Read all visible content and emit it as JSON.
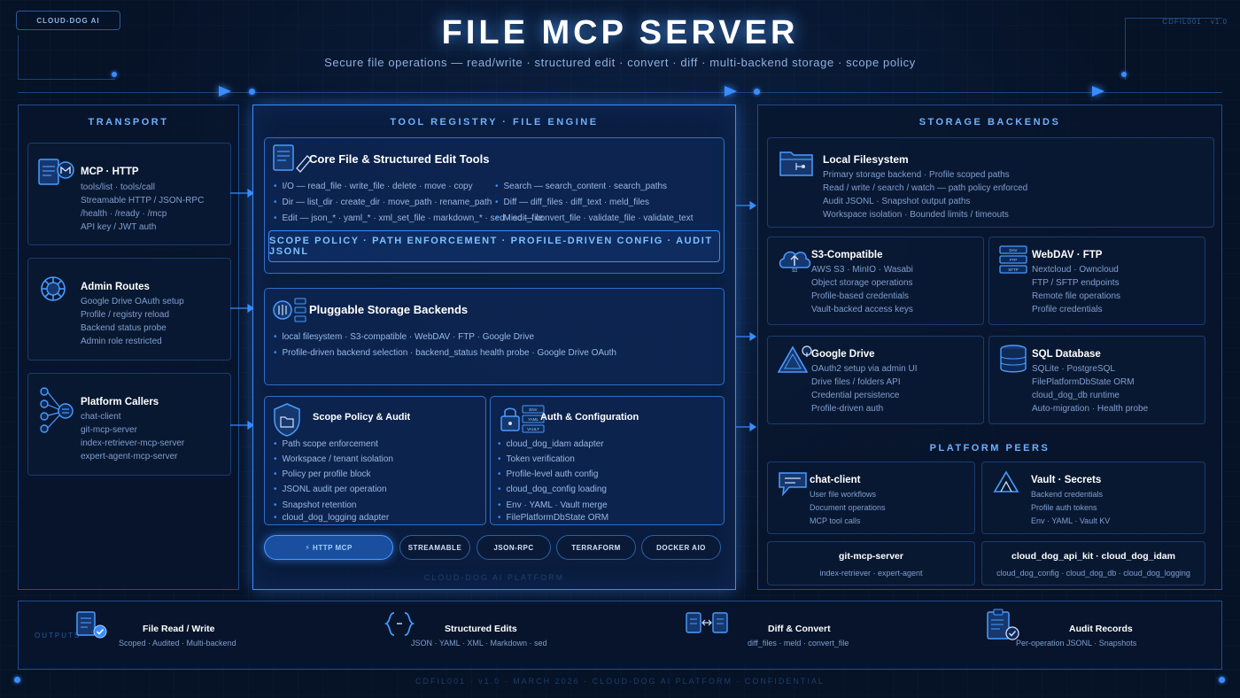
{
  "header": {
    "brand": "CLOUD-DOG AI",
    "code": "CDFIL001 · v1.0",
    "title": "FILE MCP SERVER",
    "subtitle": "Secure file operations — read/write · structured edit · convert · diff · multi-backend storage · scope policy"
  },
  "transport": {
    "heading": "TRANSPORT",
    "cards": [
      {
        "title": "MCP · HTTP",
        "icon": "mcp-file-icon",
        "lines": [
          "tools/list · tools/call",
          "Streamable HTTP / JSON-RPC",
          "/health · /ready · /mcp",
          "API key / JWT auth"
        ]
      },
      {
        "title": "Admin Routes",
        "icon": "gear-icon",
        "lines": [
          "Google Drive OAuth setup",
          "Profile / registry reload",
          "Backend status probe",
          "Admin role restricted"
        ]
      },
      {
        "title": "Platform Callers",
        "icon": "network-icon",
        "lines": [
          "chat-client",
          "git-mcp-server",
          "index-retriever-mcp-server",
          "expert-agent-mcp-server"
        ]
      }
    ]
  },
  "engine": {
    "heading": "TOOL REGISTRY · FILE ENGINE",
    "core": {
      "title": "Core File & Structured Edit Tools",
      "left": [
        "I/O — read_file · write_file · delete · move · copy",
        "Dir — list_dir · create_dir · move_path · rename_path",
        "Edit — json_* · yaml_* · xml_set_file · markdown_* · sed · edit_file"
      ],
      "right": [
        "Search — search_content · search_paths",
        "Diff — diff_files · diff_text · meld_files",
        "Misc — convert_file · validate_file · validate_text"
      ],
      "scope_bar": "SCOPE POLICY · PATH ENFORCEMENT · PROFILE-DRIVEN CONFIG · AUDIT JSONL"
    },
    "storage": {
      "title": "Pluggable Storage Backends",
      "bullets": [
        "local filesystem · S3-compatible · WebDAV · FTP · Google Drive",
        "Profile-driven backend selection · backend_status health probe · Google Drive OAuth"
      ]
    },
    "scope": {
      "title": "Scope Policy & Audit",
      "bullets": [
        "Path scope enforcement",
        "Workspace / tenant isolation",
        "Policy per profile block",
        "JSONL audit per operation",
        "Snapshot retention",
        "cloud_dog_logging adapter"
      ]
    },
    "auth": {
      "title": "Auth & Configuration",
      "stack_labels": [
        "ENV",
        "YAML",
        "VAULT"
      ],
      "bullets": [
        "cloud_dog_idam adapter",
        "Token verification",
        "Profile-level auth config",
        "cloud_dog_config loading",
        "Env · YAML · Vault merge",
        "FilePlatformDbState ORM"
      ]
    },
    "pills": [
      "⚡ HTTP MCP",
      "STREAMABLE",
      "JSON-RPC",
      "TERRAFORM",
      "DOCKER AIO"
    ],
    "watermark": "CLOUD-DOG AI PLATFORM"
  },
  "backends": {
    "heading": "STORAGE BACKENDS",
    "local": {
      "title": "Local Filesystem",
      "lines": [
        "Primary storage backend · Profile scoped paths",
        "Read / write / search / watch — path policy enforced",
        "Audit JSONL · Snapshot output paths",
        "Workspace isolation · Bounded limits / timeouts"
      ]
    },
    "s3": {
      "title": "S3-Compatible",
      "badge": "S3",
      "lines": [
        "AWS S3 · MinIO · Wasabi",
        "Object storage operations",
        "Profile-based credentials",
        "Vault-backed access keys"
      ]
    },
    "webdav": {
      "title": "WebDAV · FTP",
      "stack_labels": [
        "DAV",
        "FTP",
        "SFTP"
      ],
      "lines": [
        "Nextcloud · Owncloud",
        "FTP / SFTP endpoints",
        "Remote file operations",
        "Profile credentials"
      ]
    },
    "gdrive": {
      "title": "Google Drive",
      "lines": [
        "OAuth2 setup via admin UI",
        "Drive files / folders API",
        "Credential persistence",
        "Profile-driven auth"
      ]
    },
    "sql": {
      "title": "SQL Database",
      "lines": [
        "SQLite · PostgreSQL",
        "FilePlatformDbState ORM",
        "cloud_dog_db runtime",
        "Auto-migration · Health probe"
      ]
    },
    "peers_heading": "PLATFORM PEERS",
    "chat": {
      "title": "chat-client",
      "lines": [
        "User file workflows",
        "Document operations",
        "MCP tool calls"
      ]
    },
    "vault": {
      "title": "Vault · Secrets",
      "lines": [
        "Backend credentials",
        "Profile auth tokens",
        "Env · YAML · Vault KV"
      ]
    },
    "git": {
      "title": "git-mcp-server",
      "sub": "index-retriever · expert-agent"
    },
    "kit": {
      "title": "cloud_dog_api_kit · cloud_dog_idam",
      "sub": "cloud_dog_config · cloud_dog_db · cloud_dog_logging"
    }
  },
  "outputs": {
    "label": "OUTPUTS",
    "items": [
      {
        "title": "File Read / Write",
        "sub": "Scoped · Audited · Multi-backend"
      },
      {
        "title": "Structured Edits",
        "sub": "JSON · YAML · XML · Markdown · sed"
      },
      {
        "title": "Diff & Convert",
        "sub": "diff_files · meld · convert_file"
      },
      {
        "title": "Audit Records",
        "sub": "Per-operation JSONL · Snapshots"
      }
    ]
  },
  "footer": "CDFIL001 · v1.0 · MARCH 2026 · CLOUD-DOG AI PLATFORM · CONFIDENTIAL"
}
